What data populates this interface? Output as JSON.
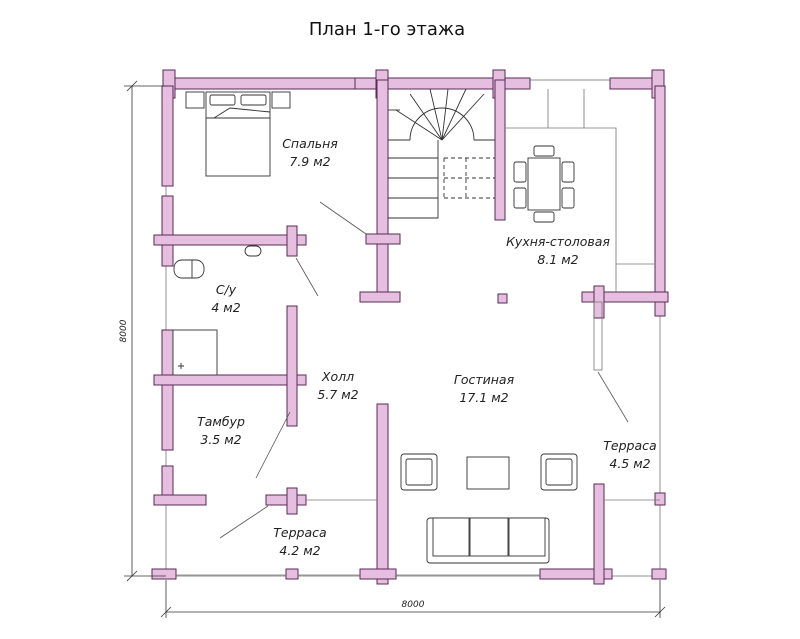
{
  "title": "План 1-го этажа",
  "rooms": {
    "bedroom_name": "Спальня",
    "bedroom_area": "7.9 м2",
    "kitchen_name": "Кухня-столовая",
    "kitchen_area": "8.1 м2",
    "wc_name": "С/у",
    "wc_area": "4 м2",
    "hall_name": "Холл",
    "hall_area": "5.7 м2",
    "living_name": "Гостиная",
    "living_area": "17.1 м2",
    "vestibule_name": "Тамбур",
    "vestibule_area": "3.5 м2",
    "terrace_right_name": "Терраса",
    "terrace_right_area": "4.5 м2",
    "terrace_bottom_name": "Терраса",
    "terrace_bottom_area": "4.2 м2"
  },
  "dimensions": {
    "width": "8000",
    "height": "8000"
  },
  "colors": {
    "log_fill": "#e6bfe0",
    "log_stroke": "#5a2a55"
  }
}
